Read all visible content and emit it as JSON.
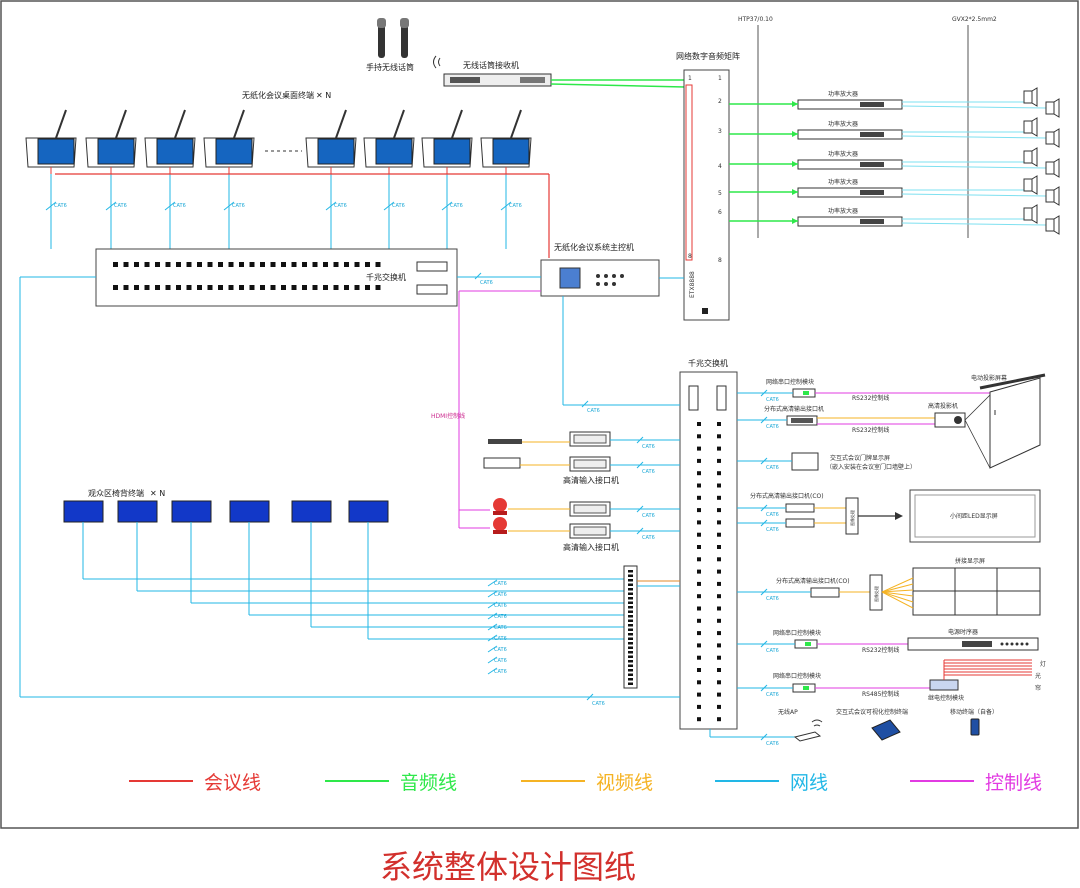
{
  "caption": "系统整体设计图纸",
  "labels": {
    "handheld_mic": "手持无线话筒",
    "mic_receiver": "无线话筒接收机",
    "paperless_terminal": "无纸化会议桌面终端",
    "terminal_count": "✕ N",
    "gigabit_switch": "千兆交换机",
    "main_controller": "无纸化会议系统主控机",
    "audio_matrix": "网络数字音频矩阵",
    "matrix_side": "ETX8888",
    "amplifier": "功率放大器",
    "cable_htp": "HTP37/0.10",
    "cable_gvx": "GVX2*2.5mm2",
    "gigabit_switch_2": "千兆交换机",
    "serial_module_1": "网络串口控制模块",
    "projector_screen": "电动投影屏幕",
    "hd_out_1": "分布式高清输出接口机",
    "hd_projector": "高清投影机",
    "door_display": "交互式会议门牌显示屏",
    "door_display_note": "（嵌入安装在会议室门口墙壁上）",
    "hd_in_1": "高清输入接口机",
    "hd_out_co_1": "分布式高清输出接口机(CO)",
    "led_screen": "小间距LED显示屏",
    "hd_in_2": "高清输入接口机",
    "audience_terminal": "观众区椅背终端",
    "audience_count": "✕ N",
    "splice_wall": "拼接显示屏",
    "hd_out_co_2": "分布式高清输出接口机(CO)",
    "serial_module_2": "网络串口控制模块",
    "power_seq": "电源时序器",
    "serial_module_3": "网络串口控制模块",
    "relay_module": "继电控制模块",
    "light": "灯",
    "light_lines": "光",
    "curtain": "帘",
    "wireless_ap": "无线AP",
    "interactive_ctrl": "交互式会议可视化控制终端",
    "mobile_terminal": "移动终端（自备）",
    "cat6": "CAT6",
    "rs232": "RS232控制线",
    "rs485": "RS485控制线",
    "hdmi_note": "HDMI控制线",
    "co_box": "图像处理",
    "co_box_2": "图像处理"
  },
  "matrix_ports": {
    "inputs": [
      "1",
      "8"
    ],
    "outputs": [
      "1",
      "2",
      "3",
      "4",
      "5",
      "6",
      "8"
    ]
  },
  "legend": [
    {
      "label": "会议线",
      "color": "#e53935"
    },
    {
      "label": "音频线",
      "color": "#2ee84a"
    },
    {
      "label": "视频线",
      "color": "#f5b324"
    },
    {
      "label": "网线",
      "color": "#22b7e6"
    },
    {
      "label": "控制线",
      "color": "#e23be2"
    }
  ],
  "colors": {
    "meeting": "#e53935",
    "audio": "#2ee84a",
    "video": "#f5b324",
    "network": "#22b7e6",
    "control": "#e23be2",
    "terminal_screen": "#1565c0",
    "audience_screen": "#1238c8"
  }
}
